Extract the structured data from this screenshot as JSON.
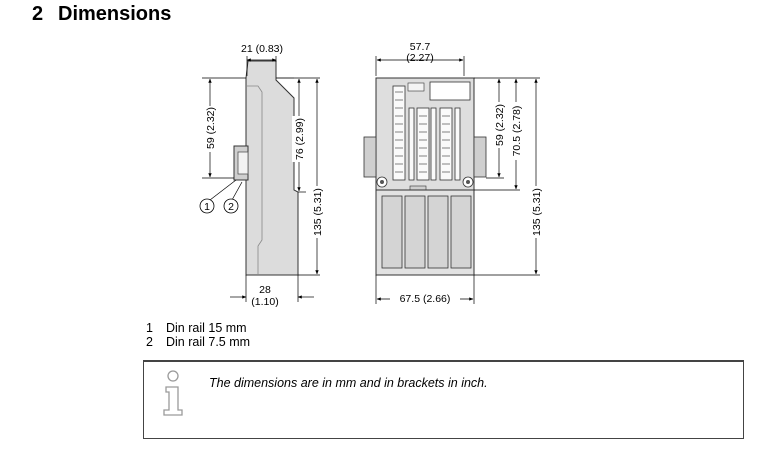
{
  "section": {
    "number": "2",
    "title": "Dimensions"
  },
  "drawing": {
    "side_view": {
      "top_width": "21 (0.83)",
      "rail_height": "59 (2.32)",
      "upper_height": "76 (2.99)",
      "total_height": "135 (5.31)",
      "bottom_width_mm": "28",
      "bottom_width_in": "(1.10)",
      "callout_1": "1",
      "callout_2": "2"
    },
    "front_view": {
      "top_width_mm": "57.7",
      "top_width_in": "(2.27)",
      "rail_height": "59 (2.32)",
      "upper_height": "70.5 (2.78)",
      "total_height": "135 (5.31)",
      "bottom_width": "67.5 (2.66)"
    }
  },
  "legend": [
    {
      "number": "1",
      "label": "Din rail 15 mm"
    },
    {
      "number": "2",
      "label": "Din rail 7.5 mm"
    }
  ],
  "note": {
    "icon": "info-icon",
    "text": "The dimensions are in mm and in brackets in inch."
  }
}
